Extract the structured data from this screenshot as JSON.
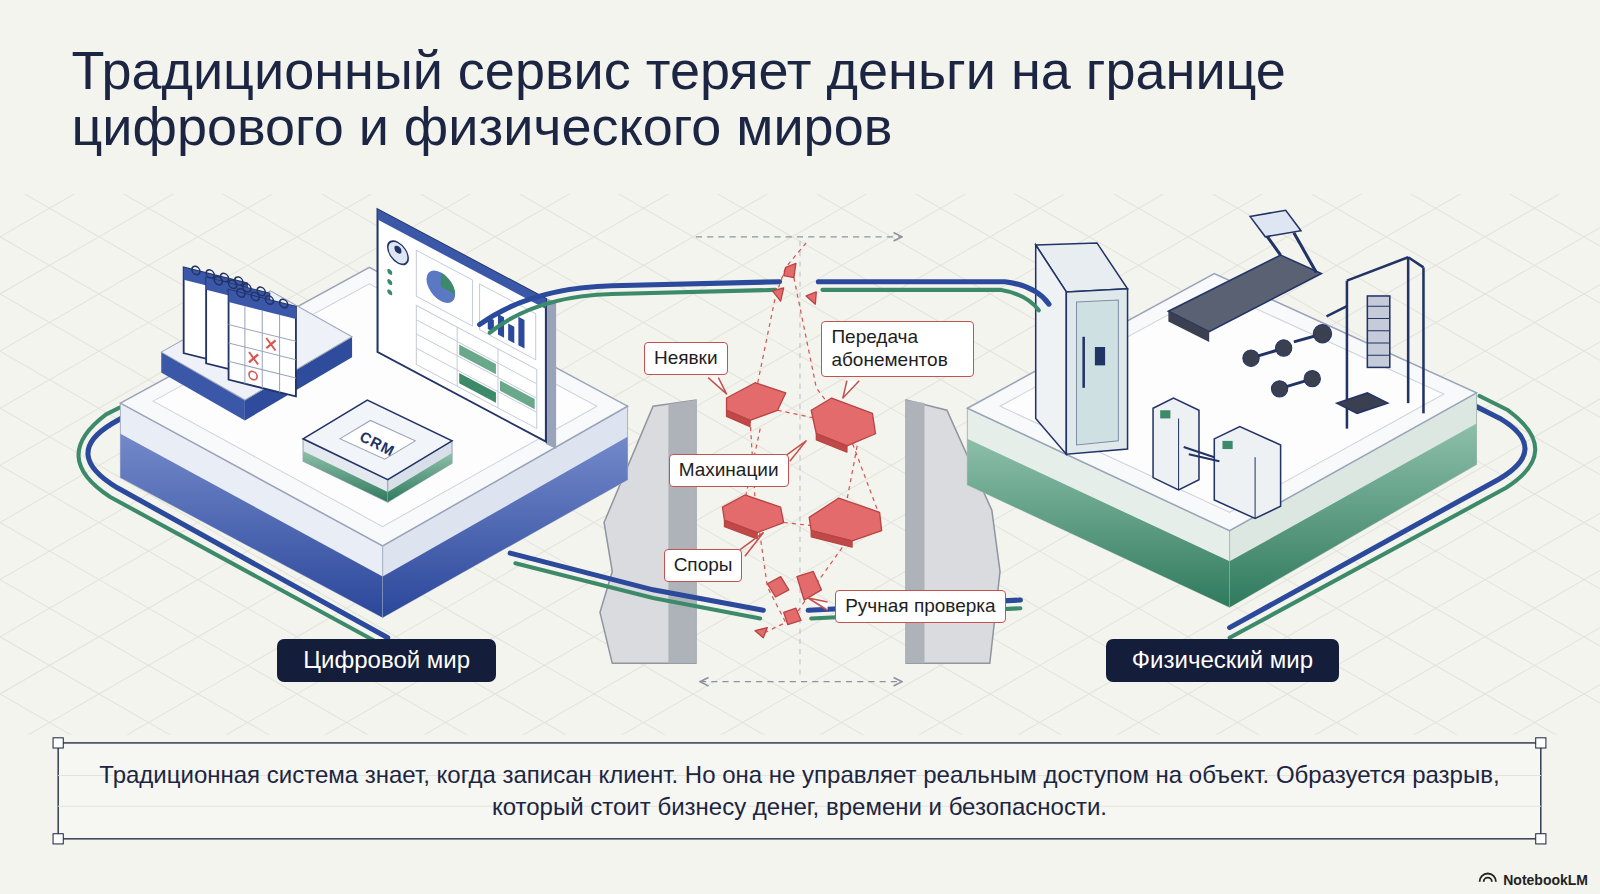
{
  "diagram": {
    "title": "Традиционный сервис теряет деньги на границе цифрового и физического миров",
    "caption": "Традиционная система знает, когда записан клиент. Но она не управляет реальным доступом на объект. Образуется разрыв, который стоит бизнесу денег, времени и безопасности.",
    "nodes": [
      {
        "text": [
          "Передача абонементов"
        ]
      },
      {
        "text": [
          "Неявки"
        ]
      },
      {
        "text": [
          "CRM"
        ]
      },
      {
        "text": [
          "Махинации"
        ]
      },
      {
        "text": [
          "Споры"
        ]
      },
      {
        "text": [
          "Ручная проверка"
        ]
      },
      {
        "text": [
          "Цифровой мир"
        ]
      },
      {
        "text": [
          "Физический мир"
        ]
      }
    ],
    "labels": [
      "NotebookLM"
    ]
  }
}
